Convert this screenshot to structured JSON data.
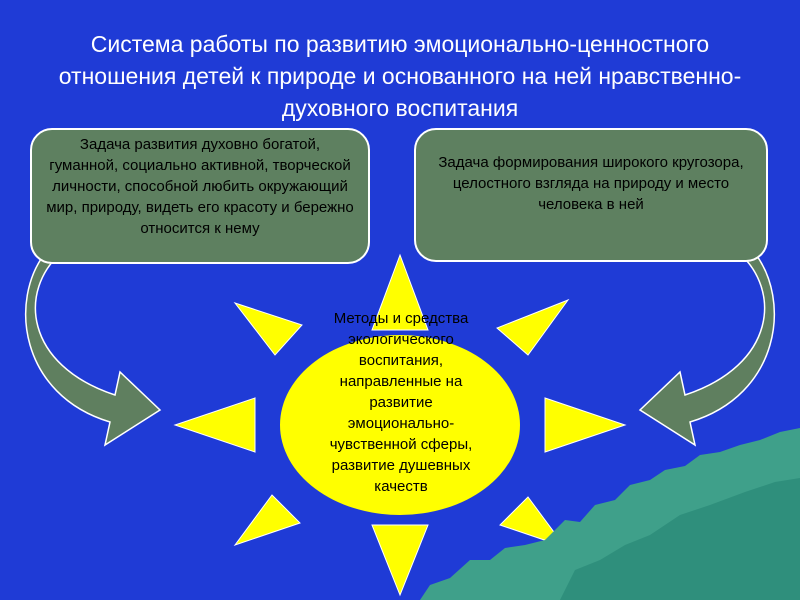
{
  "title": "Система работы по развитию эмоционально-ценностного отношения детей к природе и основанного на ней нравственно-духовного воспитания",
  "left_task": "Задача развития духовно богатой, гуманной, социально активной, творческой личности, способной любить окружающий мир, природу, видеть его красоту и бережно относится к нему",
  "right_task": "Задача формирования широкого кругозора, целостного взгляда на природу и место человека в ней",
  "center": "Методы и средства экологического воспитания, направленные на развитие эмоционально-чувственной сферы, развитие душевных качеств",
  "colors": {
    "background": "#1f3bd6",
    "box_fill": "#5e8060",
    "sun": "#ffff00",
    "arrow": "#5f7f5f",
    "wave": "#3fa08a"
  }
}
